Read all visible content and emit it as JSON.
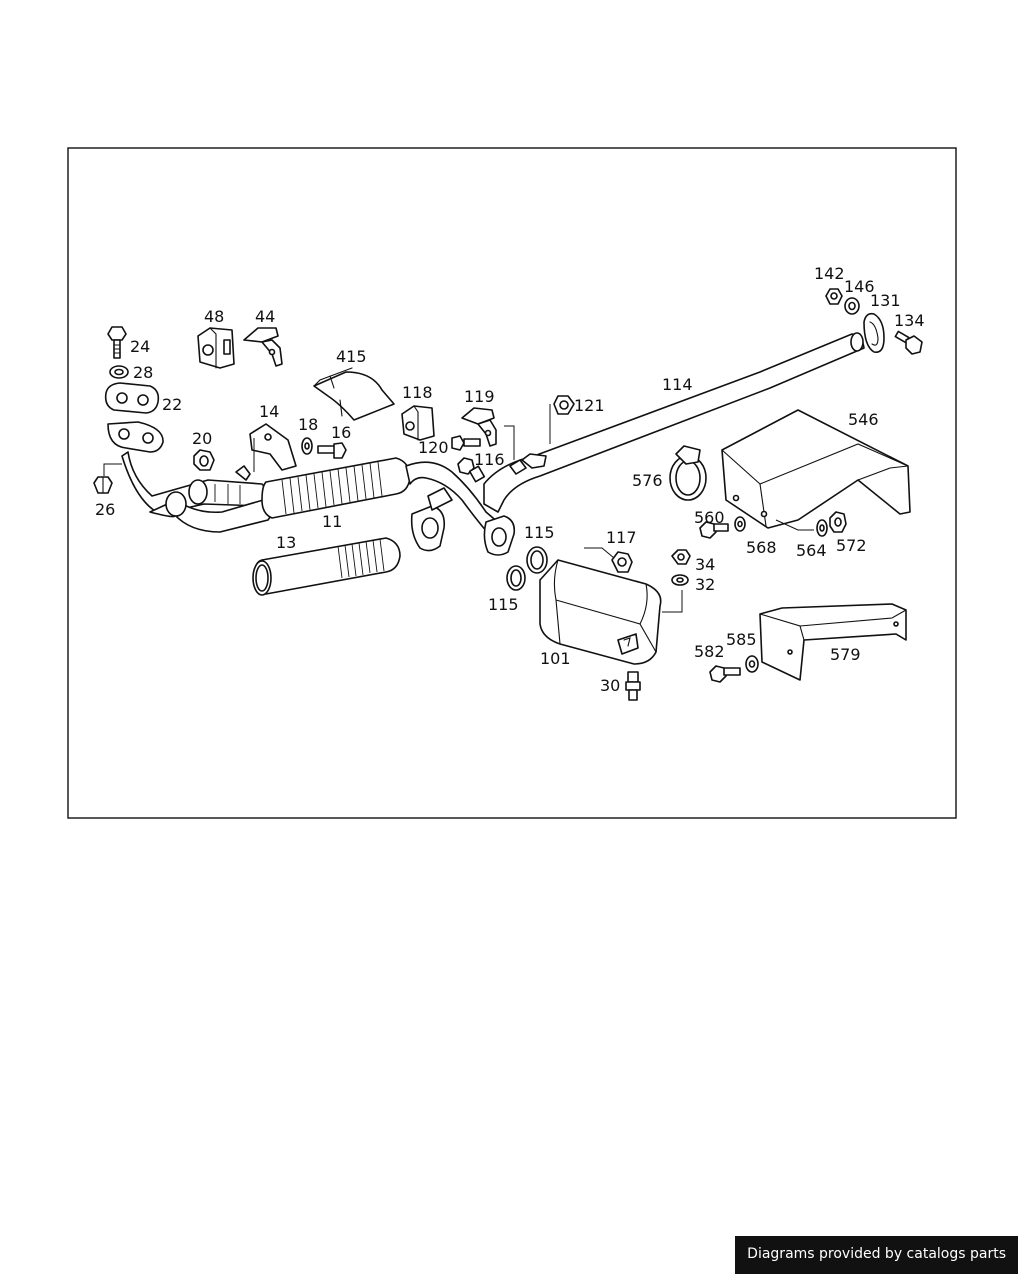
{
  "footer": {
    "credit": "Diagrams provided by catalogs parts"
  },
  "labels": {
    "l11": "11",
    "l13": "13",
    "l14": "14",
    "l16": "16",
    "l18": "18",
    "l20": "20",
    "l22": "22",
    "l24": "24",
    "l26": "26",
    "l28": "28",
    "l30": "30",
    "l32": "32",
    "l34": "34",
    "l44": "44",
    "l48": "48",
    "l101": "101",
    "l114": "114",
    "l115a": "115",
    "l115b": "115",
    "l116": "116",
    "l117": "117",
    "l118": "118",
    "l119": "119",
    "l120": "120",
    "l121": "121",
    "l131": "131",
    "l134": "134",
    "l142": "142",
    "l146": "146",
    "l415": "415",
    "l546": "546",
    "l560": "560",
    "l564": "564",
    "l568": "568",
    "l572": "572",
    "l576": "576",
    "l579": "579",
    "l582": "582",
    "l585": "585"
  }
}
